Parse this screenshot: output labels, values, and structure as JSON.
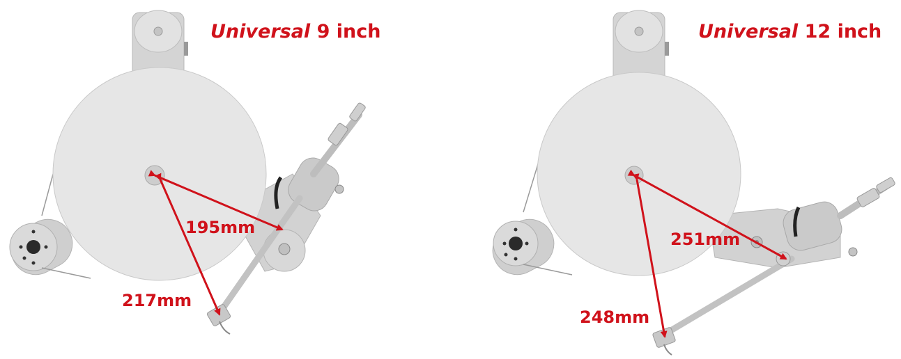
{
  "variants": [
    {
      "model": "Universal",
      "size": "9 inch",
      "pivot_to_spindle": "195mm",
      "effective_length": "217mm"
    },
    {
      "model": "Universal",
      "size": "12 inch",
      "pivot_to_spindle": "251mm",
      "effective_length": "248mm"
    }
  ],
  "colors": {
    "accent": "#d0121b",
    "body": "#d6d6d6",
    "platter": "#e8e8e8"
  }
}
